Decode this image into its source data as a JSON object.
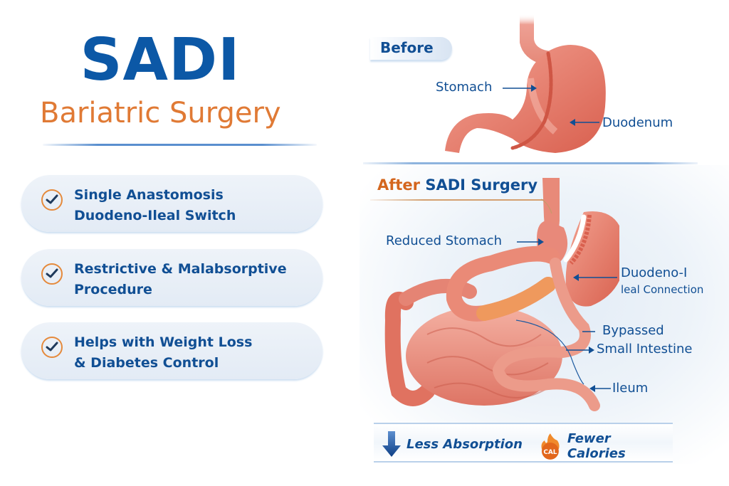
{
  "header": {
    "title": "SADI",
    "subtitle": "Bariatric Surgery"
  },
  "features": [
    {
      "line1": "Single Anastomosis",
      "line2": "Duodeno-Ileal Switch",
      "icon": "check-circle-icon"
    },
    {
      "line1": "Restrictive & Malabsorptive",
      "line2": "Procedure",
      "icon": "check-circle-icon"
    },
    {
      "line1": "Helps with Weight Loss",
      "line2": "& Diabetes Control",
      "icon": "check-circle-icon"
    }
  ],
  "before": {
    "tag": "Before",
    "labels": {
      "stomach": "Stomach",
      "duodenum": "Duodenum"
    }
  },
  "after": {
    "title_part1": "After",
    "title_part2": "SADI Surgery",
    "labels": {
      "reduced_stomach": "Reduced Stomach",
      "duodeno_ileal_1": "Duodeno-I",
      "duodeno_ileal_2": "leal Connection",
      "bypassed_1": "Bypassed",
      "bypassed_2": "Small Intestine",
      "ileum": "Ileum"
    }
  },
  "benefits": [
    {
      "label": "Less Absorption",
      "icon": "down-arrow-icon"
    },
    {
      "label": "Fewer Calories",
      "icon": "calorie-flame-icon",
      "badge": "CAL"
    }
  ],
  "colors": {
    "primary_blue": "#0c58a6",
    "text_blue": "#114f94",
    "accent_orange": "#e07a35",
    "tissue": "#e8806e"
  }
}
